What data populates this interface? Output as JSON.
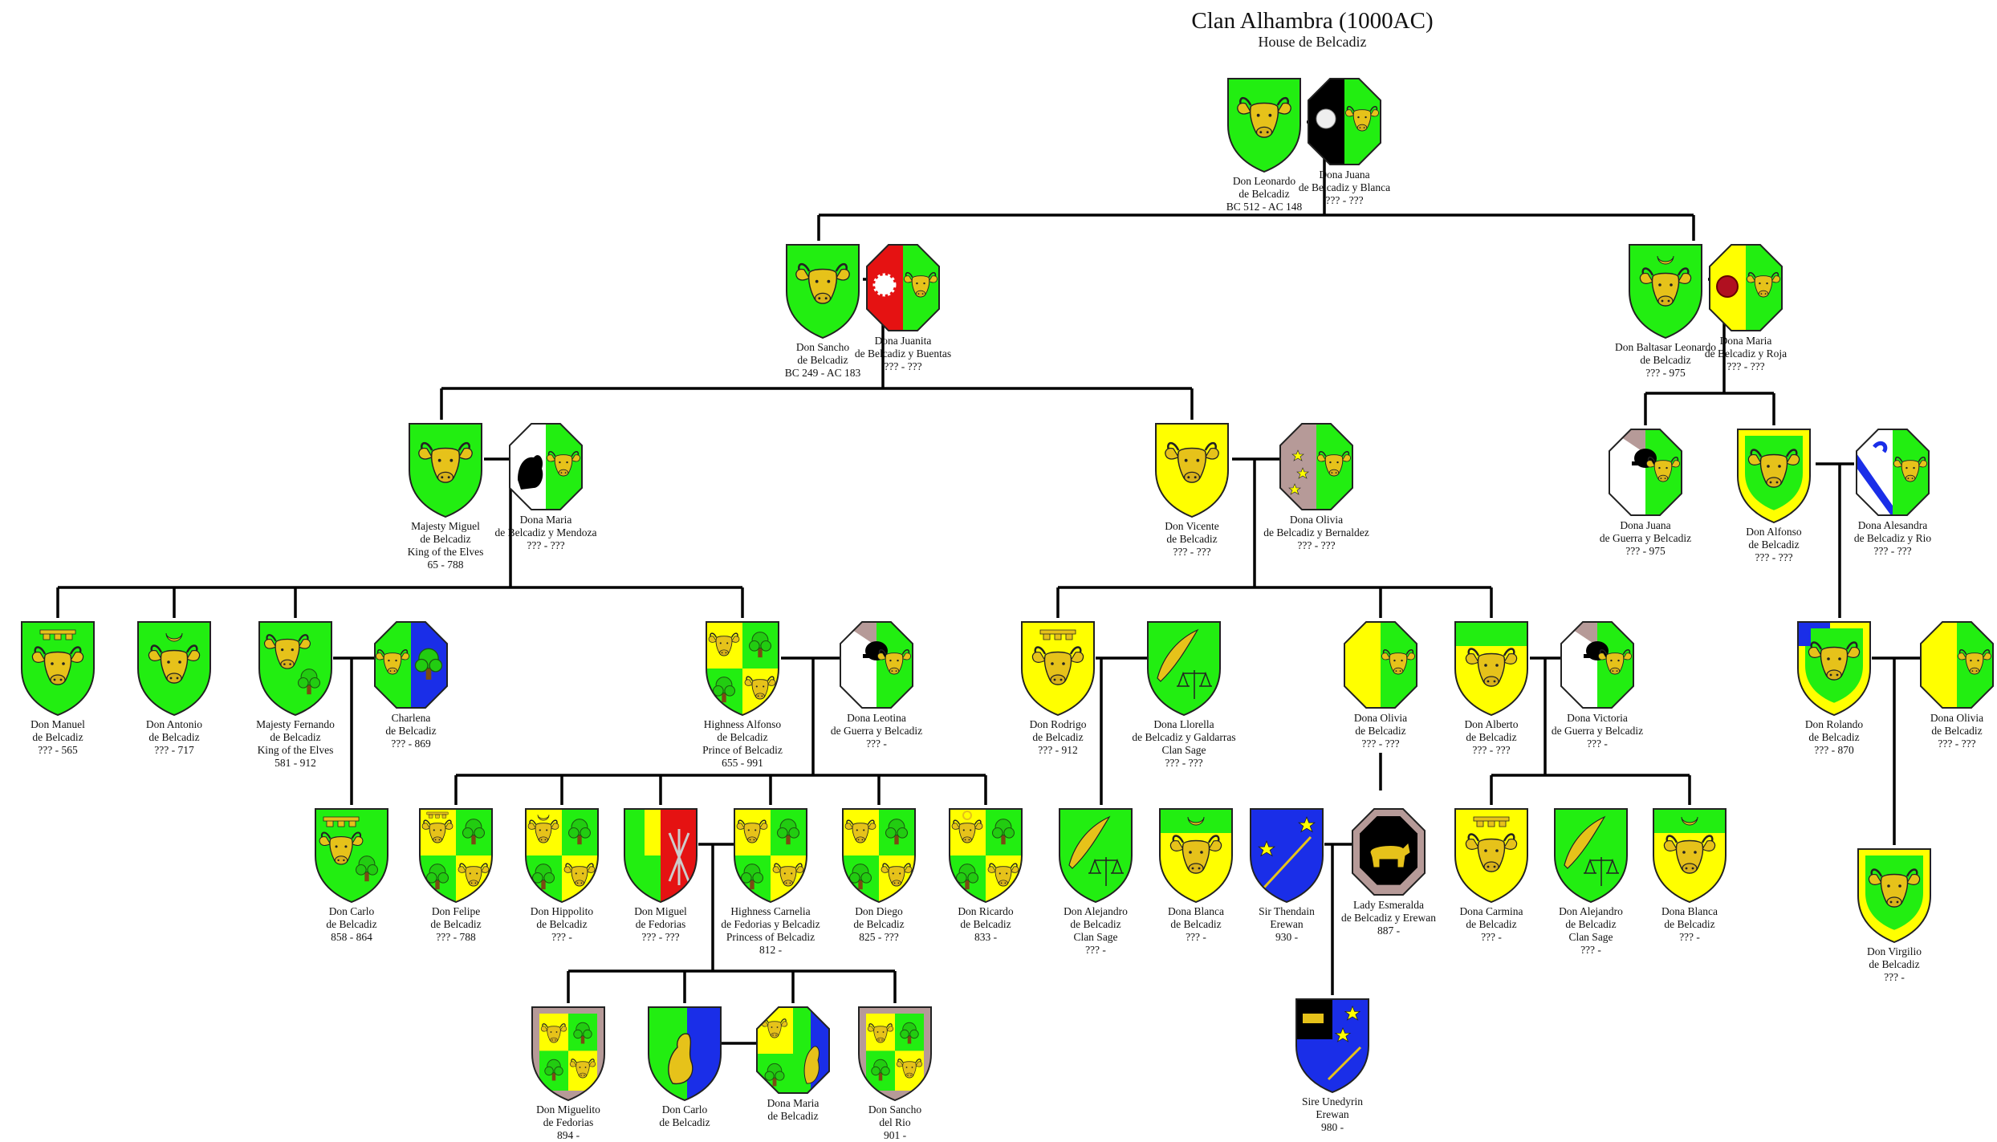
{
  "title": "Clan Alhambra (1000AC)",
  "subtitle": "House de Belcadiz",
  "colors": {
    "green": "#22ee11",
    "yellow": "#ffff00",
    "gold": "#e6c21a",
    "blue": "#1a2ee8",
    "red": "#e51212",
    "black": "#000000",
    "rose": "#b69a98",
    "white": "#ffffff"
  },
  "people": [
    {
      "id": "leonardo",
      "name": "Don Leonardo",
      "line2": "de Belcadiz",
      "dates": "BC 512 - AC 148",
      "shield": "bull-green"
    },
    {
      "id": "juana0",
      "name": "Dona Juana",
      "line2": "de Belcadiz y Blanca",
      "dates": "??? - ???",
      "shield": "black-rose-impaled"
    },
    {
      "id": "sancho",
      "name": "Don Sancho",
      "line2": "de Belcadiz",
      "dates": "BC 249 - AC 183",
      "shield": "bull-green"
    },
    {
      "id": "juanita",
      "name": "Dona Juanita",
      "line2": "de Belcadiz y Buentas",
      "dates": "??? - ???",
      "shield": "red-sun-impaled"
    },
    {
      "id": "baltasar",
      "name": "Don Baltasar Leonardo",
      "line2": "de Belcadiz",
      "dates": "??? - 975",
      "shield": "bull-crescent"
    },
    {
      "id": "mariaroja",
      "name": "Dona Maria",
      "line2": "de Belcadiz y Roja",
      "dates": "??? - ???",
      "shield": "yellow-rose-impaled"
    },
    {
      "id": "miguel",
      "name": "Majesty Miguel",
      "line2": "de Belcadiz",
      "line3": "King of the Elves",
      "dates": "65 - 788",
      "shield": "bull-green"
    },
    {
      "id": "mariamendoza",
      "name": "Dona Maria",
      "line2": "de Belcadiz y Mendoza",
      "dates": "??? - ???",
      "shield": "white-bear-impaled"
    },
    {
      "id": "vicente",
      "name": "Don Vicente",
      "line2": "de Belcadiz",
      "dates": "??? - ???",
      "shield": "yellow-bull"
    },
    {
      "id": "oliviab",
      "name": "Dona Olivia",
      "line2": "de Belcadiz y Bernaldez",
      "dates": "??? - ???",
      "shield": "rose-stars-impaled"
    },
    {
      "id": "juanag",
      "name": "Dona Juana",
      "line2": "de Guerra y Belcadiz",
      "dates": "??? - 975",
      "shield": "hat-impaled"
    },
    {
      "id": "alfonso2",
      "name": "Don Alfonso",
      "line2": "de Belcadiz",
      "dates": "??? - ???",
      "shield": "bull-border"
    },
    {
      "id": "alesandra",
      "name": "Dona Alesandra",
      "line2": "de Belcadiz y Rio",
      "dates": "??? - ???",
      "shield": "bend-impaled"
    },
    {
      "id": "manuel",
      "name": "Don Manuel",
      "line2": "de Belcadiz",
      "dates": "??? - 565",
      "shield": "bull-label"
    },
    {
      "id": "antonio",
      "name": "Don Antonio",
      "line2": "de Belcadiz",
      "dates": "??? - 717",
      "shield": "bull-crescent"
    },
    {
      "id": "fernando",
      "name": "Majesty Fernando",
      "line2": "de Belcadiz",
      "line3": "King of the Elves",
      "dates": "581 - 912",
      "shield": "bull-tree"
    },
    {
      "id": "charlena",
      "name": "Charlena",
      "line2": "de Belcadiz",
      "dates": "??? - 869",
      "shield": "blue-tree-impaled"
    },
    {
      "id": "alfonso",
      "name": "Highness Alfonso",
      "line2": "de Belcadiz",
      "line3": "Prince of Belcadiz",
      "dates": "655 - 991",
      "shield": "quarterly"
    },
    {
      "id": "leotina",
      "name": "Dona Leotina",
      "line2": "de Guerra y Belcadiz",
      "dates": "??? -",
      "shield": "hat-impaled"
    },
    {
      "id": "rodrigo",
      "name": "Don Rodrigo",
      "line2": "de Belcadiz",
      "dates": "??? - 912",
      "shield": "yellow-bull-label"
    },
    {
      "id": "llorella",
      "name": "Dona Llorella",
      "line2": "de Belcadiz y Galdarras",
      "line3": "Clan Sage",
      "dates": "??? - ???",
      "shield": "feather-scales"
    },
    {
      "id": "olivia2",
      "name": "Dona Olivia",
      "line2": "de Belcadiz",
      "dates": "??? - ???",
      "shield": "split-impaled"
    },
    {
      "id": "alberto",
      "name": "Don Alberto",
      "line2": "de Belcadiz",
      "dates": "??? - ???",
      "shield": "yellow-bull-chief"
    },
    {
      "id": "victoria",
      "name": "Dona Victoria",
      "line2": "de Guerra y Belcadiz",
      "dates": "??? -",
      "shield": "hat-impaled"
    },
    {
      "id": "rolando",
      "name": "Don Rolando",
      "line2": "de Belcadiz",
      "dates": "??? - 870",
      "shield": "bull-border-canton"
    },
    {
      "id": "olivia3",
      "name": "Dona Olivia",
      "line2": "de Belcadiz",
      "dates": "??? - ???",
      "shield": "split-impaled"
    },
    {
      "id": "carlo",
      "name": "Don Carlo",
      "line2": "de Belcadiz",
      "dates": "858 - 864",
      "shield": "bull-label-tree"
    },
    {
      "id": "felipe",
      "name": "Don Felipe",
      "line2": "de Belcadiz",
      "dates": "??? - 788",
      "shield": "quarterly-label"
    },
    {
      "id": "hippolito",
      "name": "Don Hippolito",
      "line2": "de Belcadiz",
      "dates": "??? -",
      "shield": "quarterly-crescent"
    },
    {
      "id": "miguelf",
      "name": "Don Miguel",
      "line2": "de Fedorias",
      "dates": "??? - ???",
      "shield": "red-swords"
    },
    {
      "id": "carnelia",
      "name": "Highness Carnelia",
      "line2": "de Fedorias y Belcadiz",
      "line3": "Princess of Belcadiz",
      "dates": "812 -",
      "shield": "quarterly"
    },
    {
      "id": "diego",
      "name": "Don Diego",
      "line2": "de Belcadiz",
      "dates": "825 - ???",
      "shield": "quarterly-feather"
    },
    {
      "id": "ricardo",
      "name": "Don Ricardo",
      "line2": "de Belcadiz",
      "dates": "833 -",
      "shield": "quarterly-ring"
    },
    {
      "id": "alejandro1",
      "name": "Don Alejandro",
      "line2": "de Belcadiz",
      "line3": "Clan Sage",
      "dates": "??? -",
      "shield": "feather-scales"
    },
    {
      "id": "blanca1",
      "name": "Dona Blanca",
      "line2": "de Belcadiz",
      "dates": "??? -",
      "shield": "yellow-bull-crescent"
    },
    {
      "id": "thendain",
      "name": "Sir Thendain",
      "line2": "Erewan",
      "dates": "930 -",
      "shield": "blue-stars"
    },
    {
      "id": "esmeralda",
      "name": "Lady Esmeralda",
      "line2": "de Belcadiz y Erewan",
      "dates": "887 -",
      "shield": "black-bull-octagon"
    },
    {
      "id": "carmina",
      "name": "Dona Carmina",
      "line2": "de Belcadiz",
      "dates": "??? -",
      "shield": "yellow-bull-label"
    },
    {
      "id": "alejandro2",
      "name": "Don Alejandro",
      "line2": "de Belcadiz",
      "line3": "Clan Sage",
      "dates": "??? -",
      "shield": "feather-scales"
    },
    {
      "id": "blanca2",
      "name": "Dona Blanca",
      "line2": "de Belcadiz",
      "dates": "??? -",
      "shield": "yellow-bull-crescent"
    },
    {
      "id": "virgilio",
      "name": "Don Virgilio",
      "line2": "de Belcadiz",
      "dates": "??? -",
      "shield": "bull-border"
    },
    {
      "id": "miguelito",
      "name": "Don Miguelito",
      "line2": "de Fedorias",
      "dates": "894 -",
      "shield": "quarterly-rose-border"
    },
    {
      "id": "carlo2",
      "name": "Don Carlo",
      "line2": "de Belcadiz",
      "dates": "",
      "shield": "blue-lion"
    },
    {
      "id": "mariab",
      "name": "Dona Maria",
      "line2": "de Belcadiz",
      "dates": "",
      "shield": "lion-quarterly-impaled"
    },
    {
      "id": "sanchor",
      "name": "Don Sancho",
      "line2": "del Rio",
      "dates": "901 -",
      "shield": "quarterly-rose-border"
    },
    {
      "id": "unedyrin",
      "name": "Sire Unedyrin",
      "line2": "Erewan",
      "dates": "980 -",
      "shield": "blue-stars-bull"
    }
  ]
}
